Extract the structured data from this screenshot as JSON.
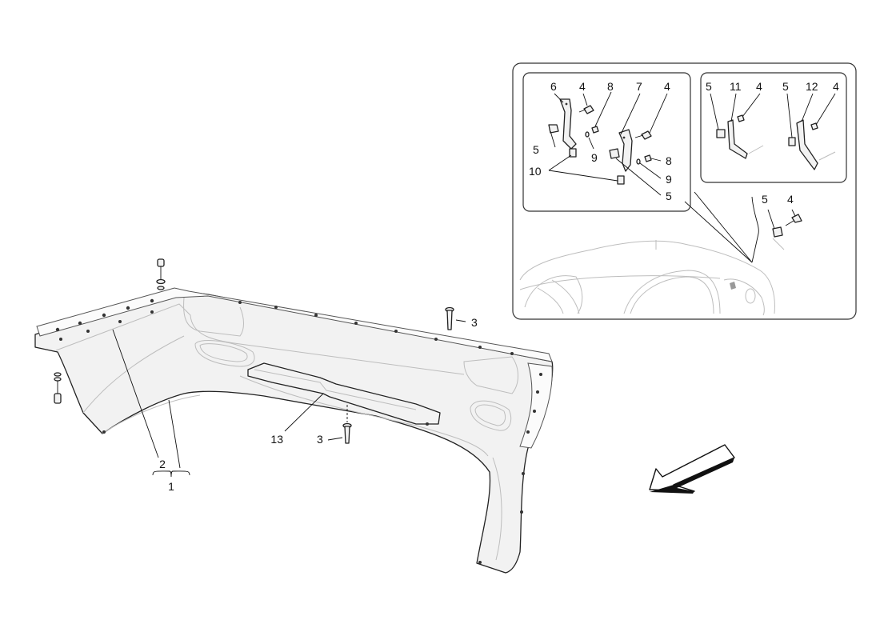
{
  "main_labels": {
    "l1": "1",
    "l2": "2",
    "l3a": "3",
    "l3b": "3",
    "l13": "13"
  },
  "inset_left_labels": {
    "l6": "6",
    "l4a": "4",
    "l8a": "8",
    "l7": "7",
    "l4b": "4",
    "l5a": "5",
    "l9a": "9",
    "l10": "10",
    "l8b": "8",
    "l9b": "9",
    "l5b": "5"
  },
  "inset_right_labels": {
    "l5a": "5",
    "l11": "11",
    "l4a": "4",
    "l5b": "5",
    "l12": "12",
    "l4b": "4"
  },
  "inset_car_labels": {
    "l5": "5",
    "l4": "4"
  },
  "icons": {
    "direction_arrow": "direction-arrow-icon"
  }
}
